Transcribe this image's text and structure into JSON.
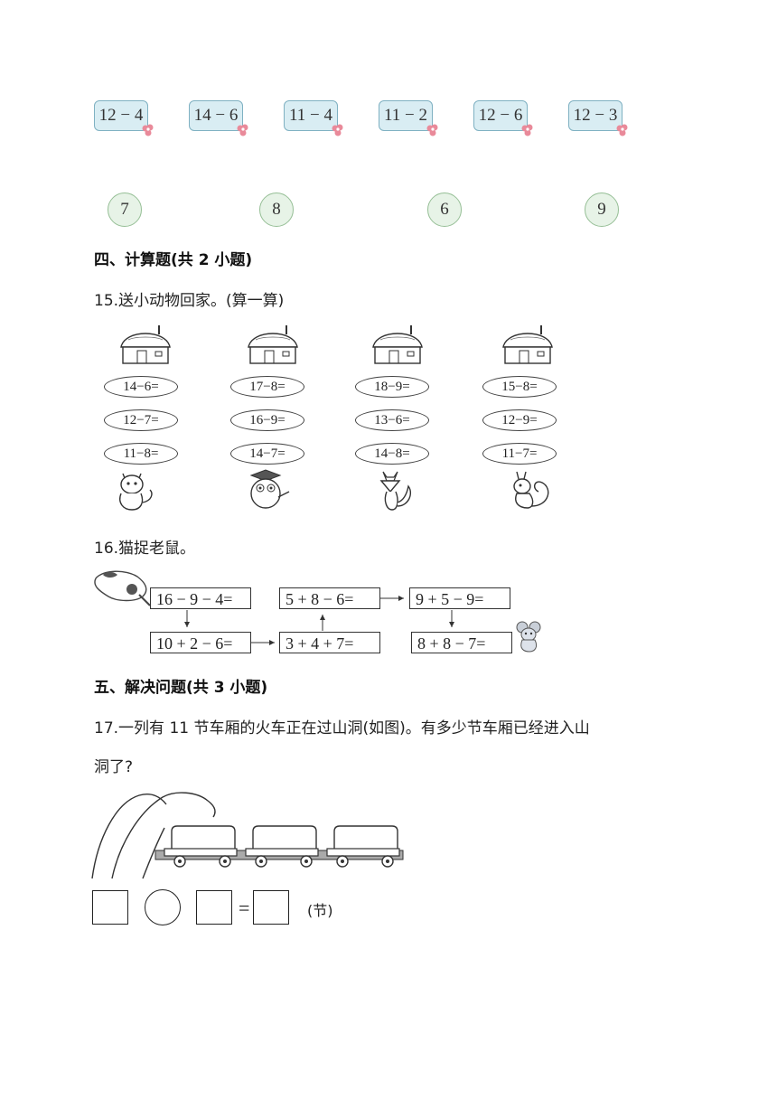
{
  "cards": [
    "12 − 4",
    "14 − 6",
    "11 − 4",
    "11 − 2",
    "12 − 6",
    "12 − 3"
  ],
  "answers": [
    "7",
    "8",
    "6",
    "9"
  ],
  "section4": {
    "title": "四、计算题(共 2 小题)"
  },
  "q15": {
    "text": "15.送小动物回家。(算一算)",
    "columns": [
      {
        "items": [
          "14−6=",
          "12−7=",
          "11−8="
        ],
        "animal": "cat-icon"
      },
      {
        "items": [
          "17−8=",
          "16−9=",
          "14−7="
        ],
        "animal": "owl-icon"
      },
      {
        "items": [
          "18−9=",
          "13−6=",
          "14−8="
        ],
        "animal": "fox-icon"
      },
      {
        "items": [
          "15−8=",
          "12−9=",
          "11−7="
        ],
        "animal": "squirrel-icon"
      }
    ]
  },
  "q16": {
    "text": "16.猫捉老鼠。",
    "boxes": [
      "16 − 9 − 4=",
      "5 + 8 − 6=",
      "9 + 5 − 9=",
      "10 + 2 − 6=",
      "3 + 4 + 7=",
      "8 + 8 − 7="
    ]
  },
  "section5": {
    "title": "五、解决问题(共 3 小题)"
  },
  "q17": {
    "line1": "17.一列有 11 节车厢的火车正在过山洞(如图)。有多少节车厢已经进入山",
    "line2": "洞了?",
    "equals": "=",
    "unit": "(节)"
  },
  "colors": {
    "card_bg": "#d9edf3",
    "card_border": "#7fb1c2",
    "circle_bg": "#e7f3e7",
    "circle_border": "#96bf96"
  }
}
